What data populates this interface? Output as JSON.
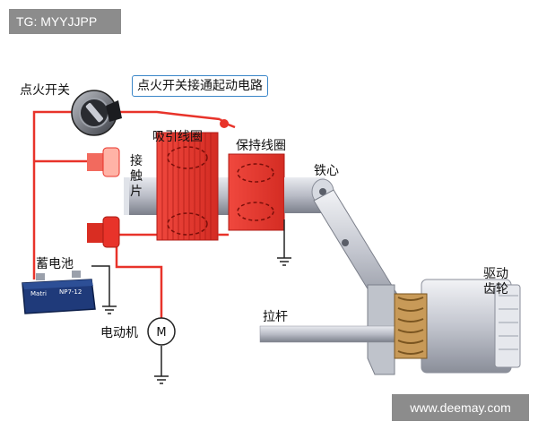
{
  "watermark_top": "TG: MYYJJPP",
  "watermark_bottom": "www.deemay.com",
  "labels": {
    "ignition_switch": "点火开关",
    "callout": "点火开关接通起动电路",
    "pull_in_coil": "吸引线圈",
    "hold_in_coil": "保持线圈",
    "contact_piece": "接触片",
    "iron_core": "铁心",
    "battery": "蓄电池",
    "motor": "电动机",
    "motor_symbol": "M",
    "pull_rod": "拉杆",
    "drive_gear": "驱动齿轮"
  },
  "battery_text": {
    "brand": "Matri",
    "model": "NP7-12"
  },
  "colors": {
    "wire": "#e8332a",
    "coil": "#e8332a",
    "coil_dark": "#b01c17",
    "silver": "#c9ccd4",
    "copper": "#c78b3a",
    "watermark_bg": "#8c8c8c",
    "callout_border": "#3a86c8"
  }
}
